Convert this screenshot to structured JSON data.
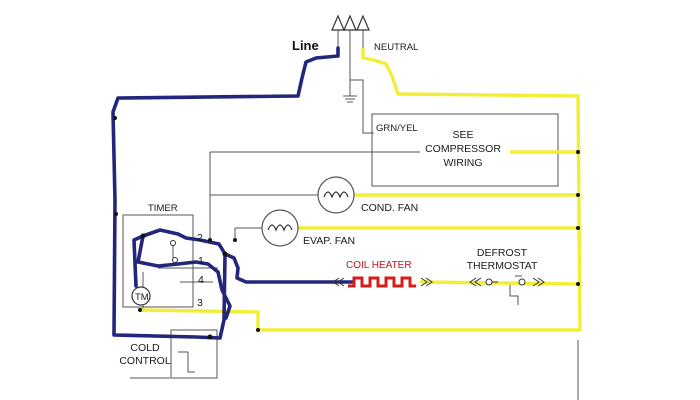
{
  "labels": {
    "line": "Line",
    "neutral": "NEUTRAL",
    "grn_yel": "GRN/YEL",
    "see_compressor_1": "SEE",
    "see_compressor_2": "COMPRESSOR",
    "see_compressor_3": "WIRING",
    "cond_fan": "COND. FAN",
    "evap_fan": "EVAP. FAN",
    "timer": "TIMER",
    "tm": "TM",
    "coil_heater": "COIL HEATER",
    "defrost_1": "DEFROST",
    "defrost_2": "THERMOSTAT",
    "cold_1": "COLD",
    "cold_2": "CONTROL",
    "t1": "1",
    "t2": "2",
    "t3": "3",
    "t4": "4"
  },
  "colors": {
    "line_wire": "#23267a",
    "neutral_wire": "#f2ee35",
    "heater": "#d81b1b",
    "schematic": "#555555"
  }
}
